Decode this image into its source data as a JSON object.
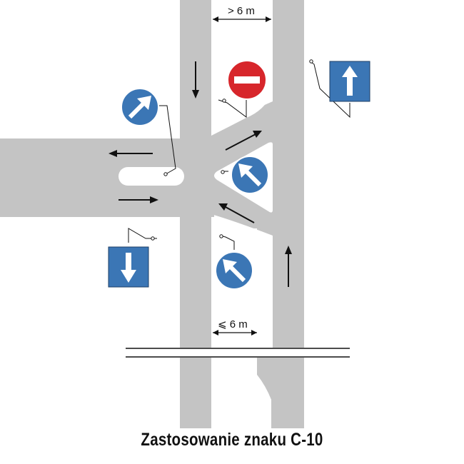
{
  "dimensions": {
    "top_width": "> 6 m",
    "bottom_width": "⩽ 6 m"
  },
  "signs": [
    {
      "id": "no-entry-sign",
      "meaning": "no entry (B-2)",
      "color": "#d7262b"
    },
    {
      "id": "one-way-up-sign",
      "meaning": "one-way road up (D-3)",
      "color": "#3b76b5"
    },
    {
      "id": "one-way-down-sign",
      "meaning": "one-way road down (D-3)",
      "color": "#3b76b5"
    },
    {
      "id": "keep-right-diagonal-sign-upper-left",
      "meaning": "C-10 arrow",
      "color": "#3b76b5"
    },
    {
      "id": "keep-left-diagonal-sign-island",
      "meaning": "C-10 arrow",
      "color": "#3b76b5"
    },
    {
      "id": "keep-left-diagonal-sign-bottom",
      "meaning": "C-10 arrow",
      "color": "#3b76b5"
    }
  ],
  "colors": {
    "road": "#c4c4c4",
    "sign_blue": "#3b76b5",
    "sign_red": "#d7262b",
    "line": "#111111"
  },
  "caption": "Zastosowanie znaku C-10"
}
